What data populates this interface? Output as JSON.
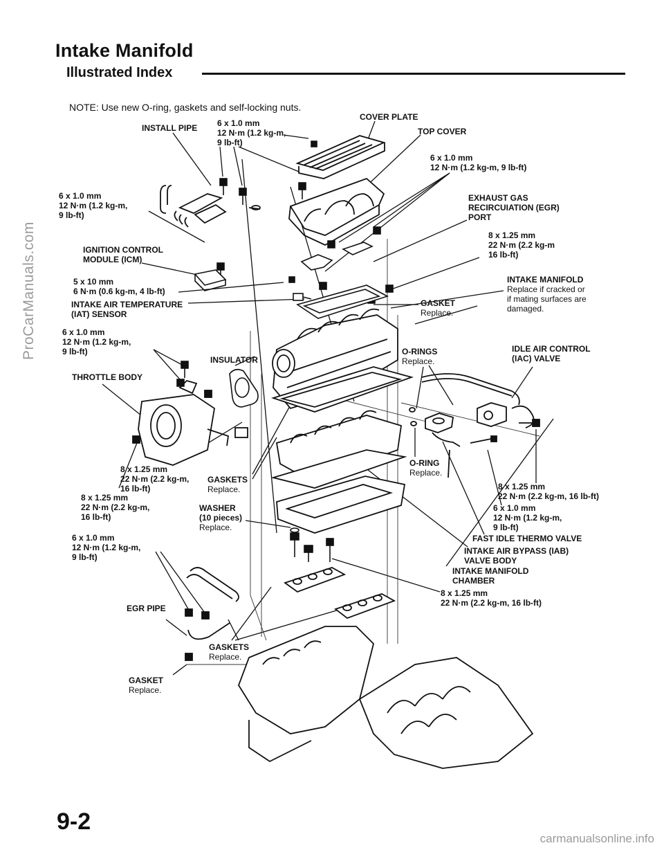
{
  "header": {
    "title": "Intake Manifold",
    "subtitle": "Illustrated Index",
    "note": "NOTE:  Use new O-ring, gaskets and self-locking nuts."
  },
  "labels": {
    "install_pipe": [
      "INSTALL  PIPE"
    ],
    "bolt_top": [
      "6 x 1.0 mm",
      "12 N·m (1.2 kg-m,",
      "9 lb-ft)"
    ],
    "cover_plate": [
      "COVER PLATE"
    ],
    "top_cover": [
      "TOP COVER"
    ],
    "bolt_top_right": [
      "6 x 1.0 mm",
      "12 N·m (1.2 kg-m, 9 lb-ft)"
    ],
    "bolt_left_upper": [
      "6 x 1.0 mm",
      "12 N·m (1.2 kg-m,",
      "9 lb-ft)"
    ],
    "egr_port": [
      "EXHAUST GAS",
      "RECIRCUIATION (EGR)",
      "PORT"
    ],
    "icm": [
      "IGNITION  CONTROL",
      "MODULE  (ICM)"
    ],
    "bolt_right_825": [
      "8 x 1.25 mm",
      "22 N·m (2.2 kg-m",
      "16 lb-ft)"
    ],
    "bolt_5x10": [
      "5 x 10 mm",
      "6 N·m (0.6 kg-m, 4 lb-ft)"
    ],
    "intake_manifold_title": "INTAKE  MANIFOLD",
    "intake_manifold_note": [
      "Replace if cracked or",
      "if mating surfaces are",
      "damaged."
    ],
    "iat_sensor": [
      "INTAKE AIR TEMPERATURE",
      "(IAT) SENSOR"
    ],
    "gasket_top_title": "GASKET",
    "gasket_top_note": "Replace.",
    "bolt_left_mid": [
      "6 x 1.0 mm",
      "12 N·m (1.2 kg-m,",
      "9 lb-ft)"
    ],
    "idle_air_control": [
      "IDLE  AIR  CONTROL",
      "(IAC)  VALVE"
    ],
    "insulator": [
      "INSULATOR"
    ],
    "orings_title": "O-RINGS",
    "orings_note": "Replace.",
    "throttle_body": [
      "THROTTLE BODY"
    ],
    "oring_title": "O-RING",
    "oring_note": "Replace.",
    "bolt_throttle_825": [
      "8 x 1.25 mm",
      "22 N·m (2.2 kg-m,",
      "16 lb-ft)"
    ],
    "gaskets_mid_title": "GASKETS",
    "gaskets_mid_note": "Replace.",
    "bolt_right_lower_825": [
      "8 x 1.25 mm",
      "22 N·m (2.2 kg-m, 16 lb-ft)"
    ],
    "bolt_left_825": [
      "8 x 1.25 mm",
      "22 N·m (2.2 kg-m,",
      "16 lb-ft)"
    ],
    "washer_title": [
      "WASHER",
      "(10  pieces)"
    ],
    "washer_note": "Replace.",
    "bolt_right_6x10": [
      "6 x 1.0 mm",
      "12 N·m (1.2 kg-m,",
      "9 lb-ft)"
    ],
    "bolt_left_lower": [
      "6 x 1.0 mm",
      "12 N·m (1.2 kg-m,",
      "9 lb-ft)"
    ],
    "fast_idle": [
      "FAST IDLE THERMO VALVE"
    ],
    "iab_valve": [
      "INTAKE AIR BYPASS (IAB)",
      "VALVE BODY"
    ],
    "manifold_chamber": [
      "INTAKE  MANIFOLD",
      "CHAMBER"
    ],
    "bolt_chamber_825": [
      "8 x 1.25 mm",
      "22 N·m (2.2 kg-m, 16 lb-ft)"
    ],
    "egr_pipe": [
      "EGR PIPE"
    ],
    "gaskets_low_title": "GASKETS",
    "gaskets_low_note": "Replace.",
    "gasket_low_title": "GASKET",
    "gasket_low_note": "Replace."
  },
  "page_number": "9-2",
  "watermark_side": "ProCarManuals.com",
  "watermark_footer": "carmanualsonline.info"
}
